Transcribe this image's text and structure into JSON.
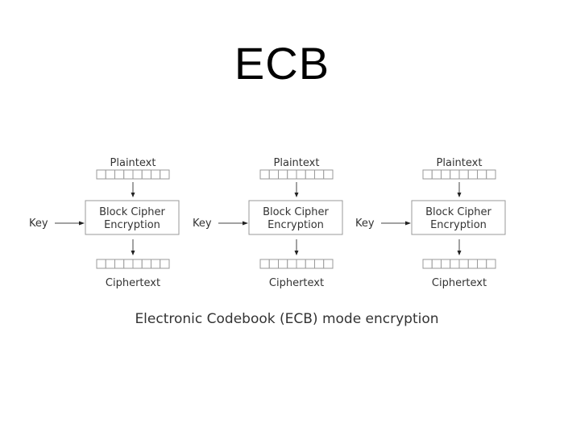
{
  "slide": {
    "title": "ECB",
    "caption": "Electronic Codebook (ECB) mode encryption"
  },
  "diagram": {
    "stages": [
      {
        "input_label": "Plaintext",
        "key_label": "Key",
        "cipher_line1": "Block Cipher",
        "cipher_line2": "Encryption",
        "output_label": "Ciphertext"
      },
      {
        "input_label": "Plaintext",
        "key_label": "Key",
        "cipher_line1": "Block Cipher",
        "cipher_line2": "Encryption",
        "output_label": "Ciphertext"
      },
      {
        "input_label": "Plaintext",
        "key_label": "Key",
        "cipher_line1": "Block Cipher",
        "cipher_line2": "Encryption",
        "output_label": "Ciphertext"
      }
    ],
    "cells_per_block": 8
  }
}
